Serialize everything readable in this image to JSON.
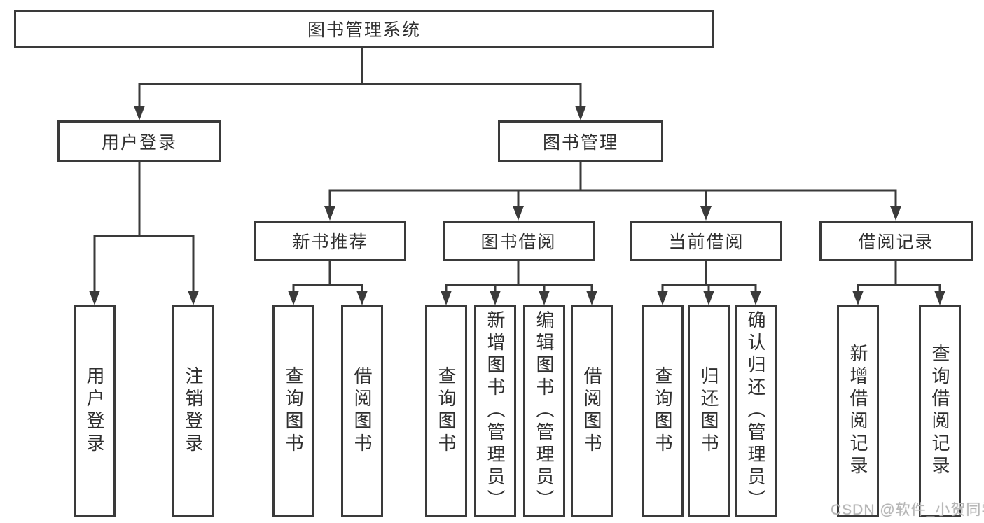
{
  "diagram_title": "图书管理系统",
  "tree": {
    "label": "图书管理系统",
    "children": [
      {
        "label": "用户登录",
        "children": [
          {
            "label": "用户登录"
          },
          {
            "label": "注销登录"
          }
        ]
      },
      {
        "label": "图书管理",
        "children": [
          {
            "label": "新书推荐",
            "children": [
              {
                "label": "查询图书"
              },
              {
                "label": "借阅图书"
              }
            ]
          },
          {
            "label": "图书借阅",
            "children": [
              {
                "label": "查询图书"
              },
              {
                "label": "新增图书（管理员）"
              },
              {
                "label": "编辑图书（管理员）"
              },
              {
                "label": "借阅图书"
              }
            ]
          },
          {
            "label": "当前借阅",
            "children": [
              {
                "label": "查询图书"
              },
              {
                "label": "归还图书"
              },
              {
                "label": "确认归还（管理员）"
              }
            ]
          },
          {
            "label": "借阅记录",
            "children": [
              {
                "label": "新增借阅记录"
              },
              {
                "label": "查询借阅记录"
              }
            ]
          }
        ]
      }
    ]
  },
  "watermark": {
    "text": "CSDN @软件_小贺同学"
  },
  "colors": {
    "line": "#3a3a3a",
    "text": "#2f2f2f",
    "box_background": "#ffffff",
    "watermark": "#b5b5b5"
  }
}
